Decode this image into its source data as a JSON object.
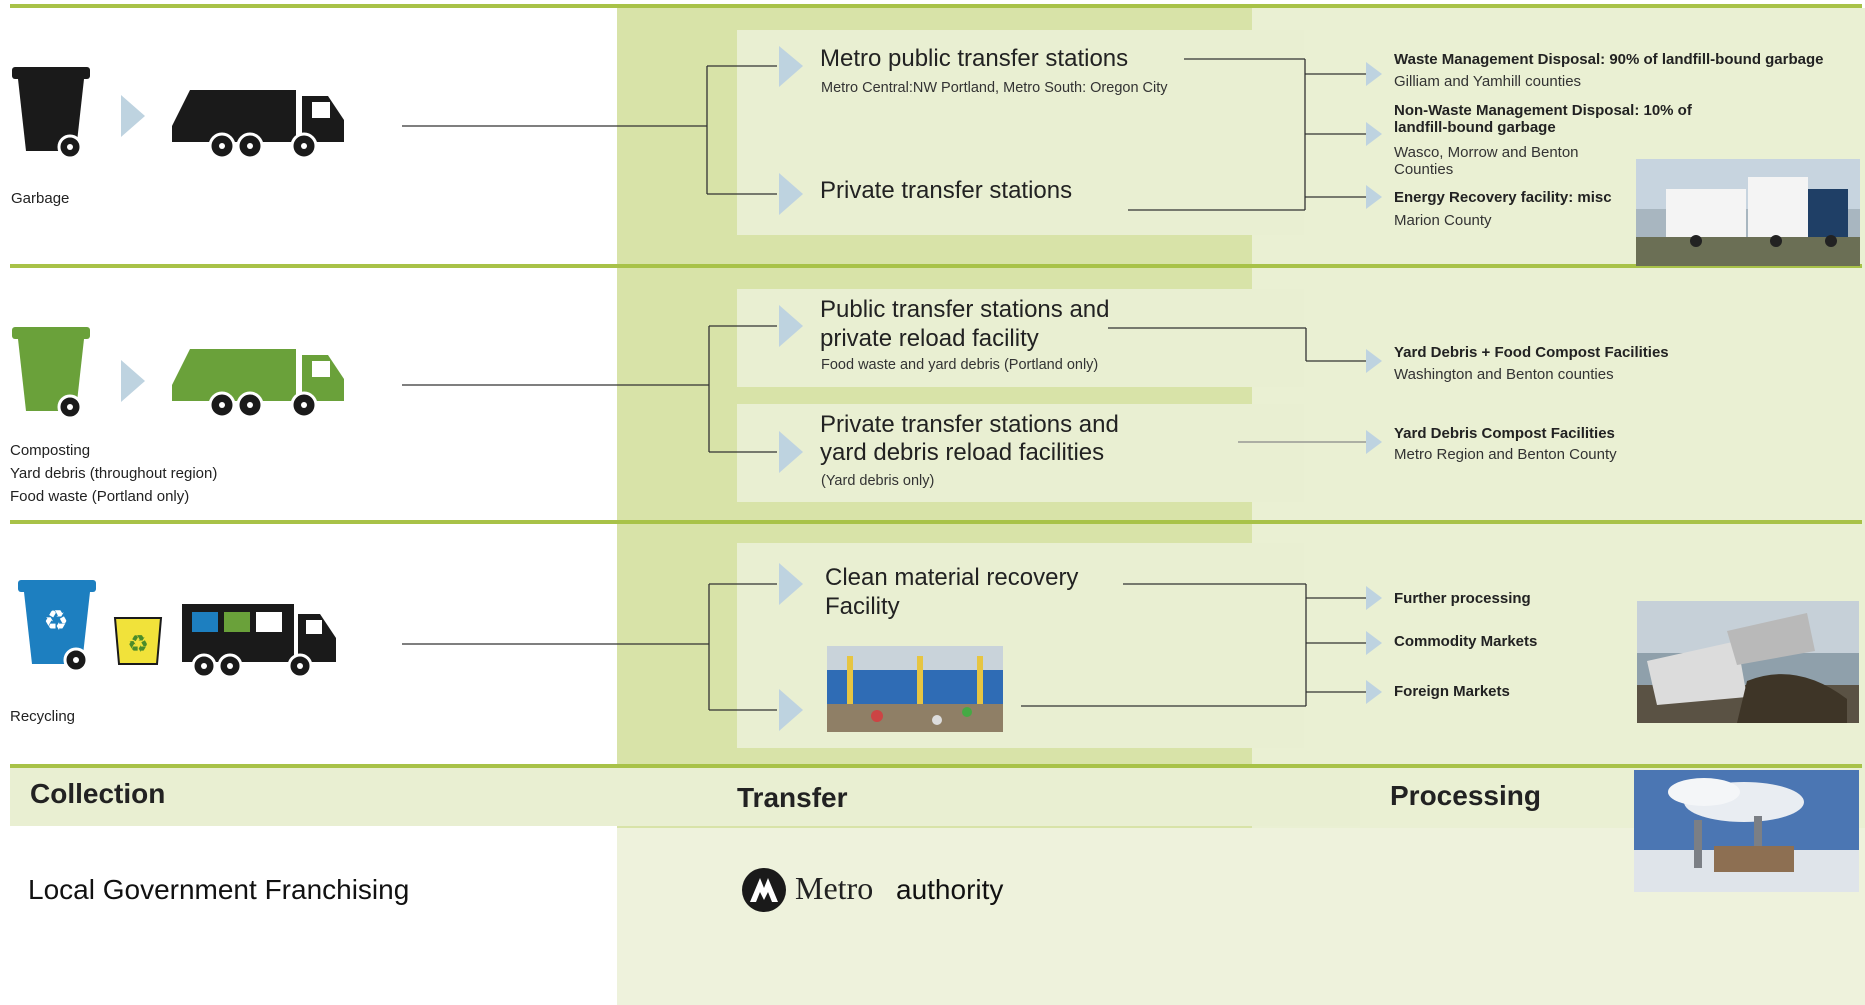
{
  "colors": {
    "accent_green": "#a8c248",
    "transfer_band": "#d8e3a8",
    "processing_band": "#eaf0d3",
    "garbage_black": "#1a1a1a",
    "compost_green": "#6aa13a",
    "recycle_blue": "#1d7fc0",
    "recycle_yellow": "#f1e23a"
  },
  "rows": {
    "garbage": {
      "label": "Garbage",
      "transfer": {
        "public_title": "Metro public transfer stations",
        "public_sub": "Metro Central:NW Portland,  Metro South: Oregon City",
        "private_title": "Private transfer stations"
      },
      "processing": [
        {
          "bold": "Waste Management Disposal: 90% of landfill-bound garbage",
          "normal": "Gilliam and Yamhill counties"
        },
        {
          "bold": "Non-Waste Management Disposal: 10% of landfill-bound garbage",
          "normal": "Wasco, Morrow and Benton Counties"
        },
        {
          "bold": "Energy Recovery facility: misc",
          "normal": "Marion County"
        }
      ]
    },
    "composting": {
      "label_1": "Composting",
      "label_2": "Yard debris (throughout region)",
      "label_3": "Food waste (Portland only)",
      "transfer": {
        "public_title_1": "Public transfer stations and",
        "public_title_2": "private reload facility",
        "public_sub": "Food waste and yard debris (Portland only)",
        "private_title_1": "Private transfer stations and",
        "private_title_2": "yard debris reload facilities",
        "private_sub": "(Yard debris only)"
      },
      "processing": [
        {
          "bold": "Yard Debris + Food Compost Facilities",
          "normal": "Washington and Benton counties"
        },
        {
          "bold": "Yard Debris Compost Facilities",
          "normal": "Metro Region and Benton County"
        }
      ]
    },
    "recycling": {
      "label": "Recycling",
      "transfer": {
        "title_1": "Clean material recovery",
        "title_2": "Facility"
      },
      "processing": [
        "Further processing",
        "Commodity Markets",
        "Foreign Markets"
      ]
    }
  },
  "footer": {
    "collection": "Collection",
    "transfer": "Transfer",
    "processing": "Processing",
    "local_gov": "Local Government Franchising",
    "metro_logo_text": "Metro",
    "metro_authority": "authority"
  }
}
